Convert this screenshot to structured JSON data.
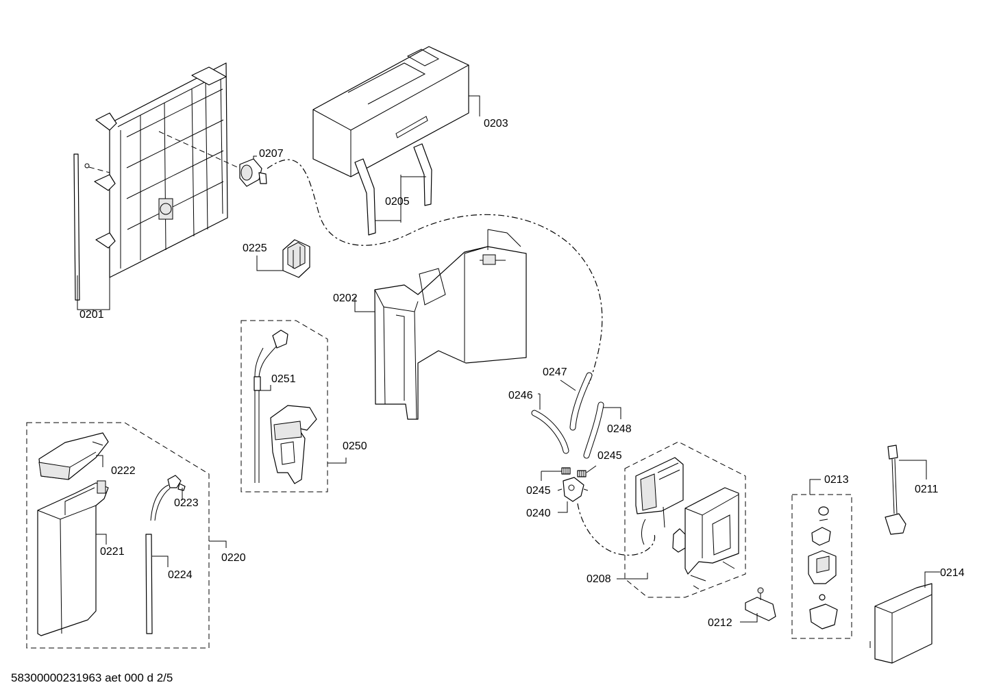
{
  "document_id": "58300000231963 aet 000 d 2/5",
  "labels": {
    "p0201": "0201",
    "p0202": "0202",
    "p0203": "0203",
    "p0205": "0205",
    "p0207": "0207",
    "p0208": "0208",
    "p0211": "0211",
    "p0212": "0212",
    "p0213": "0213",
    "p0214": "0214",
    "p0220": "0220",
    "p0221": "0221",
    "p0222": "0222",
    "p0223": "0223",
    "p0224": "0224",
    "p0225": "0225",
    "p0240": "0240",
    "p0245a": "0245",
    "p0245b": "0245",
    "p0246": "0246",
    "p0247": "0247",
    "p0248": "0248",
    "p0250": "0250",
    "p0251": "0251"
  }
}
